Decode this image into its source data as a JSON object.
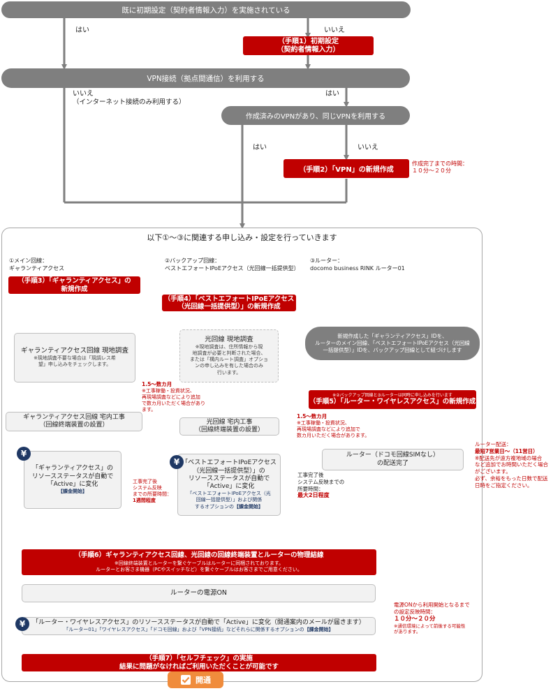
{
  "q1": {
    "text": "既に初期設定（契約者情報入力）を実施されている",
    "yes": "はい",
    "no": "いいえ"
  },
  "step1": {
    "line1": "（手順1）初期設定",
    "line2": "（契約者情報入力）"
  },
  "q2": {
    "text": "VPN接続（拠点間通信）を利用する",
    "no": "いいえ",
    "no_sub": "（インターネット接続のみ利用する）",
    "yes": "はい"
  },
  "q3": {
    "text": "作成済みのVPNがあり、同じVPNを利用する",
    "yes": "はい",
    "no": "いいえ"
  },
  "step2": {
    "label": "（手順2）「VPN」の新規作成",
    "time_note1": "作成完了までの時間：",
    "time_note2": "１０分～２０分"
  },
  "container": {
    "title": "以下①～③に関連する申し込み・設定を行っていきます"
  },
  "columns": {
    "c1_l1": "①メイン回線：",
    "c1_l2": "ギャランティアクセス",
    "c2_l1": "②バックアップ回線：",
    "c2_l2": "ベストエフォートIPoEアクセス（光回線一括提供型）",
    "c3_l1": "③ルーター：",
    "c3_l2": "docomo business RINK ルーター01"
  },
  "step3": {
    "line1": "（手順3）「ギャランティアクセス」の",
    "line2": "新規作成"
  },
  "step4": {
    "line1": "（手順4）「ベストエフォートIPoEアクセス",
    "line2": "（光回線一括提供型）」の新規作成"
  },
  "ga_survey": {
    "title": "ギャランティアクセス回線 現地調査",
    "note1": "※現地調査不要な場合は「現調レス希",
    "note2": "望」申し込みをチェックします。"
  },
  "ga_note": {
    "l1": "1.5～数カ月",
    "l2": "※工事稼働・投資状況、",
    "l3": "再現場調査などにより追加",
    "l4": "で数カ月いただく場合があり",
    "l5": "ます。"
  },
  "ga_work": {
    "line1": "ギャランティアクセス回線 宅内工事",
    "line2": "（回線終端装置の設置）"
  },
  "ga_active": {
    "l1": "「ギャランティアクセス」の",
    "l2": "リソースステータスが自動で",
    "l3": "「Active」に変化",
    "charge": "【課金開始】"
  },
  "ga_time": {
    "l1": "工事完了後",
    "l2": "システム反映",
    "l3": "までの所要時間：",
    "l4": "1週間程度"
  },
  "hk_survey": {
    "title": "光回線 現地調査",
    "n1": "※現地調査は、住所情報から現",
    "n2": "地調査が必要と判断された場合、",
    "n3": "または「構内ルート調査」オプショ",
    "n4": "ンの申し込みを有した場合のみ",
    "n5": "行います。"
  },
  "hk_note": {
    "l1": "1.5～数カ月",
    "l2": "※工事稼働・投資状況、",
    "l3": "再現場調査などにより追加で",
    "l4": "数カ月いただく場合があります。"
  },
  "hk_work": {
    "line1": "光回線 宅内工事",
    "line2": "（回線終端装置の設置）"
  },
  "hk_active": {
    "l1": "「ベストエフォートIPoEアクセス",
    "l2": "（光回線一括提供型）」の",
    "l3": "リソースステータスが自動で",
    "l4": "「Active」に変化",
    "s1": "「ベストエフォートIPoEアクセス（光",
    "s2": "回線一括提供型）」および関係",
    "s3": "するオプションの",
    "charge": "【課金開始】"
  },
  "hk_time": {
    "l1": "工事完了後",
    "l2": "システム反映までの",
    "l3": "所要時間：",
    "l4": "最大2日程度"
  },
  "router_info": {
    "l1": "新規作成した「ギャランティアクセス」IDを、",
    "l2": "ルーターのメイン回線、「ベストエフォートIPoEアクセス（光回線",
    "l3": "一括提供型）」IDを、バックアップ回線として紐づけします"
  },
  "step5": {
    "pre": "※②バックアップ回線と③ルーターは同時に申し込みを行います",
    "label": "（手順5）「ルーター・ワイヤレスアクセス」の新規作成"
  },
  "router_delivery": {
    "line1": "ルーター（ドコモ回線SIMなし）",
    "line2": "の配送完了"
  },
  "delivery_note": {
    "l1": "ルーター配送：",
    "l2": "最短7営業日～（11営日）",
    "l3": "※配送先が遠方複地域の場合",
    "l4": "など追加でお時間いただく場合",
    "l5": "がございます。",
    "l6": "必ず、余裕をもった日数で配送",
    "l7": "日時をご指定ください。"
  },
  "step6": {
    "label": "（手順6）ギャランティアクセス回線、光回線の回線終端装置とルーターの物理結線",
    "n1": "※回線終端装置とルーターを繋ぐケーブルはルーターに同梱されております。",
    "n2": "ルーターとお客さま機器（PCやスイッチなど）を繋ぐケーブルはお客さまでご用意ください。"
  },
  "power": {
    "label": "ルーターの電源ON"
  },
  "rw_active": {
    "main": "「ルーター・ワイヤレスアクセス」のリソースステータスが自動で「Active」に変化（開通案内のメールが届きます）",
    "sub": "「ルーター01」「ワイヤレスアクセス」「ドコモ回線」および「VPN接続」などそれらに関係するオプションの",
    "charge": "【課金開始】"
  },
  "power_note": {
    "l1": "電源ONから利用開始となるまで",
    "l2": "の設定反映時間：",
    "l3": "１０分～２０分",
    "l4": "※通信環境によって前後する可能性",
    "l5": "があります。"
  },
  "step7": {
    "line1": "（手順7）「セルフチェック」の実施",
    "line2": "結果に問題がなければご利用いただくことが可能です"
  },
  "done": {
    "label": "開通"
  },
  "yen_symbol": "¥",
  "colors": {
    "red": "#c00000",
    "gray": "#7f7f7f",
    "navy": "#1f3864",
    "orange": "#f08c3c"
  }
}
